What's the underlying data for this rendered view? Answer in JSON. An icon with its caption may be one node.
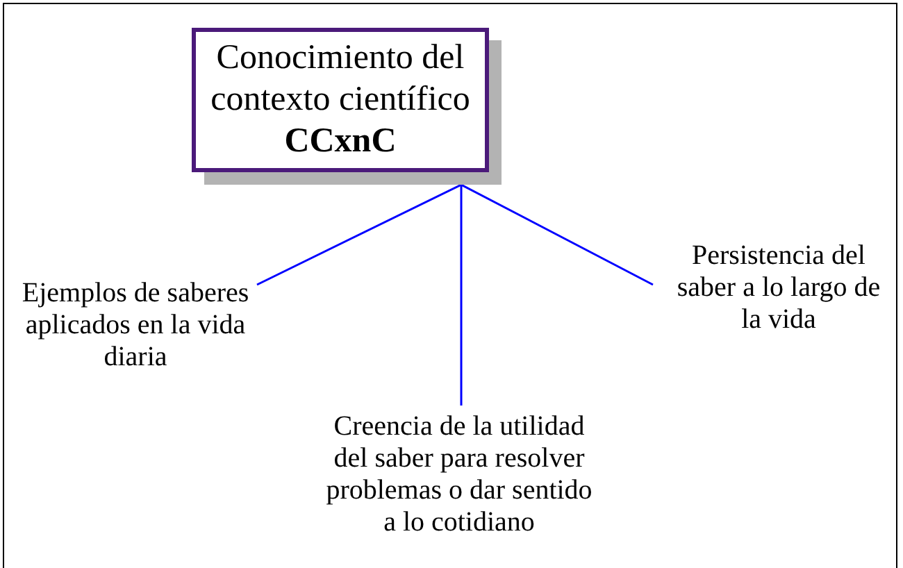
{
  "diagram": {
    "nodes": [
      {
        "text": [
          "Conocimiento del contexto científico **CCxnC**"
        ]
      },
      {
        "text": [
          "Ejemplos de saberes aplicados en la vida diaria"
        ]
      },
      {
        "text": [
          "Creencia de la utilidad del saber para resolver problemas o dar sentido a lo cotidiano"
        ]
      },
      {
        "text": [
          "Persistencia del saber a lo largo de la vida"
        ]
      }
    ],
    "edges": [
      {
        "from": 0,
        "to": 1,
        "arrow": "none",
        "color": "#0000ff"
      },
      {
        "from": 0,
        "to": 2,
        "arrow": "none",
        "color": "#0000ff"
      },
      {
        "from": 0,
        "to": 3,
        "arrow": "none",
        "color": "#0000ff"
      }
    ]
  }
}
